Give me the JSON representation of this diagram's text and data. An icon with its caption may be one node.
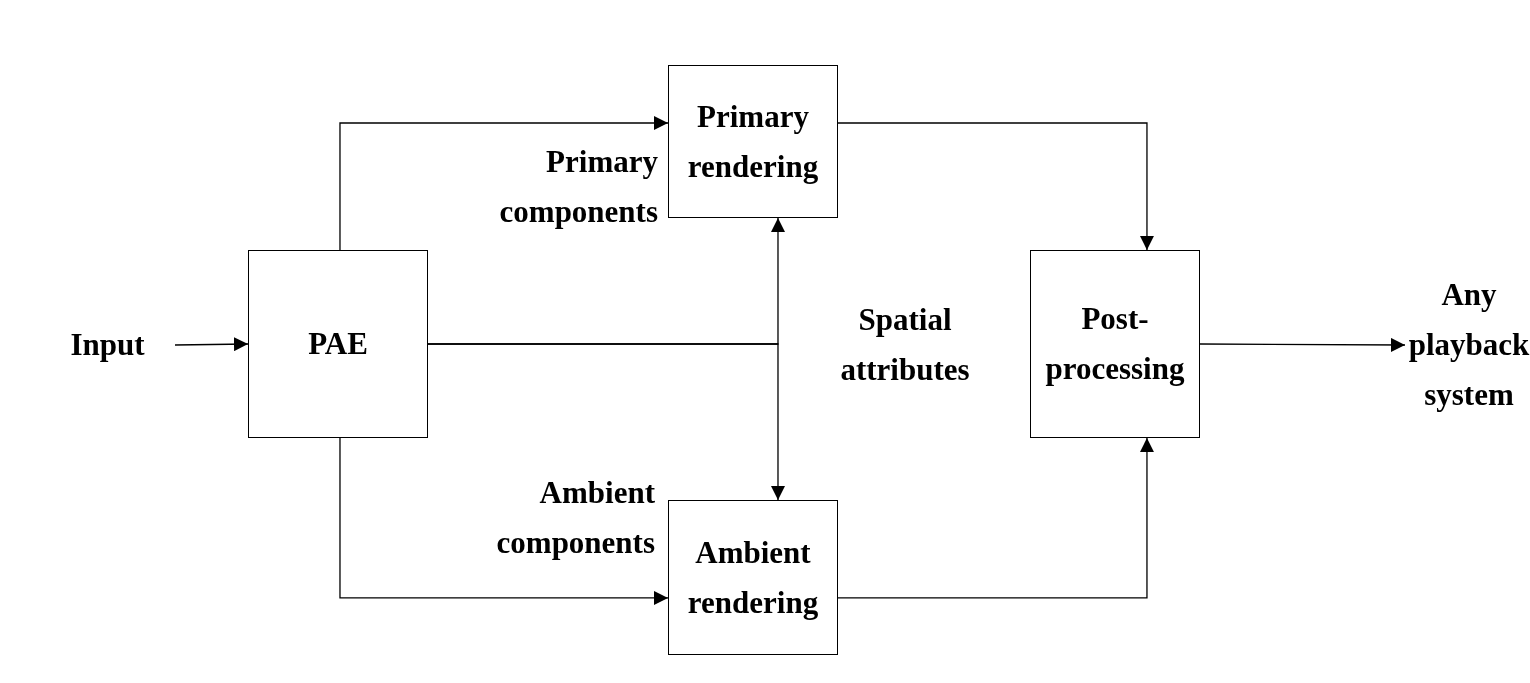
{
  "diagram": {
    "nodes": [
      {
        "text": [
          "Input"
        ]
      },
      {
        "text": [
          "PAE"
        ]
      },
      {
        "text": [
          "Primary rendering"
        ]
      },
      {
        "text": [
          "Ambient rendering"
        ]
      },
      {
        "text": [
          "Post-processing"
        ]
      },
      {
        "text": [
          "Any playback system"
        ]
      }
    ],
    "edges": [
      {
        "from": 0,
        "to": 1,
        "arrow": "to"
      },
      {
        "from": 1,
        "to": 2,
        "arrow": "to",
        "label": "Primary components"
      },
      {
        "from": 1,
        "to": 3,
        "arrow": "to",
        "label": "Ambient components"
      },
      {
        "from": 1,
        "to": 2,
        "arrow": "to"
      },
      {
        "from": 1,
        "to": 3,
        "arrow": "to"
      },
      {
        "from": 2,
        "to": 4,
        "arrow": "to"
      },
      {
        "from": 3,
        "to": 4,
        "arrow": "to"
      },
      {
        "from": 4,
        "to": 5,
        "arrow": "to"
      }
    ],
    "labels": [
      "Spatial attributes"
    ]
  }
}
